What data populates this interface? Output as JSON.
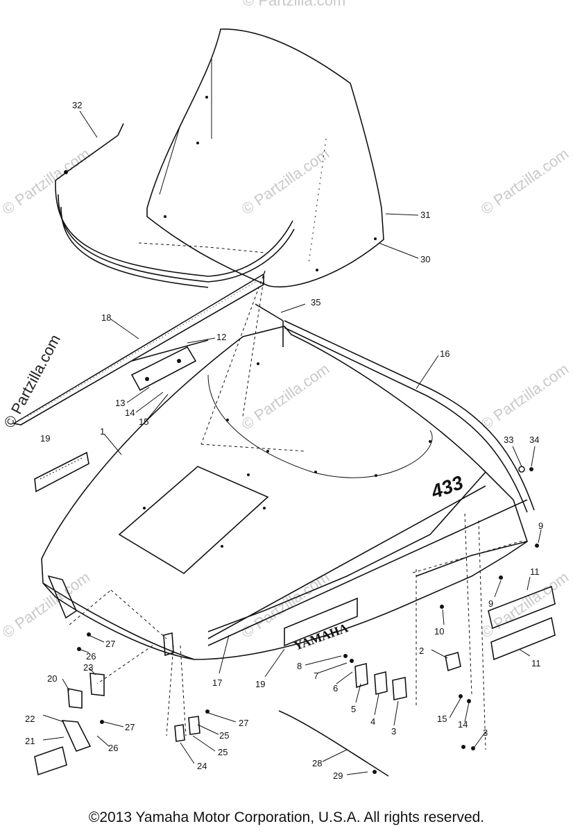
{
  "diagram": {
    "copyright": "©2013  Yamaha Motor Corporation, U.S.A. All rights reserved.",
    "hood_model_text": "433",
    "brand_emblem_text": "YAMAHA",
    "watermarks": [
      "© Partzilla.com",
      "© Partzilla.com",
      "© Partzilla.com",
      "© Partzilla.com",
      "© Partzilla.com",
      "© Partzilla.com",
      "© Partzilla.com",
      "© Partzilla.com",
      "© Partzilla.com",
      "© Partzilla.com"
    ],
    "callouts": [
      "32",
      "31",
      "30",
      "35",
      "18",
      "12",
      "13",
      "14",
      "15",
      "16",
      "1",
      "19",
      "33",
      "34",
      "9",
      "9",
      "11",
      "11",
      "10",
      "2",
      "17",
      "19",
      "8",
      "7",
      "6",
      "5",
      "4",
      "3",
      "27",
      "26",
      "23",
      "20",
      "22",
      "21",
      "27",
      "26",
      "25",
      "25",
      "24",
      "27",
      "28",
      "29",
      "15",
      "14",
      "3"
    ],
    "colors": {
      "ink": "#111111",
      "watermark": "#c9c9c9",
      "background": "#ffffff"
    }
  }
}
